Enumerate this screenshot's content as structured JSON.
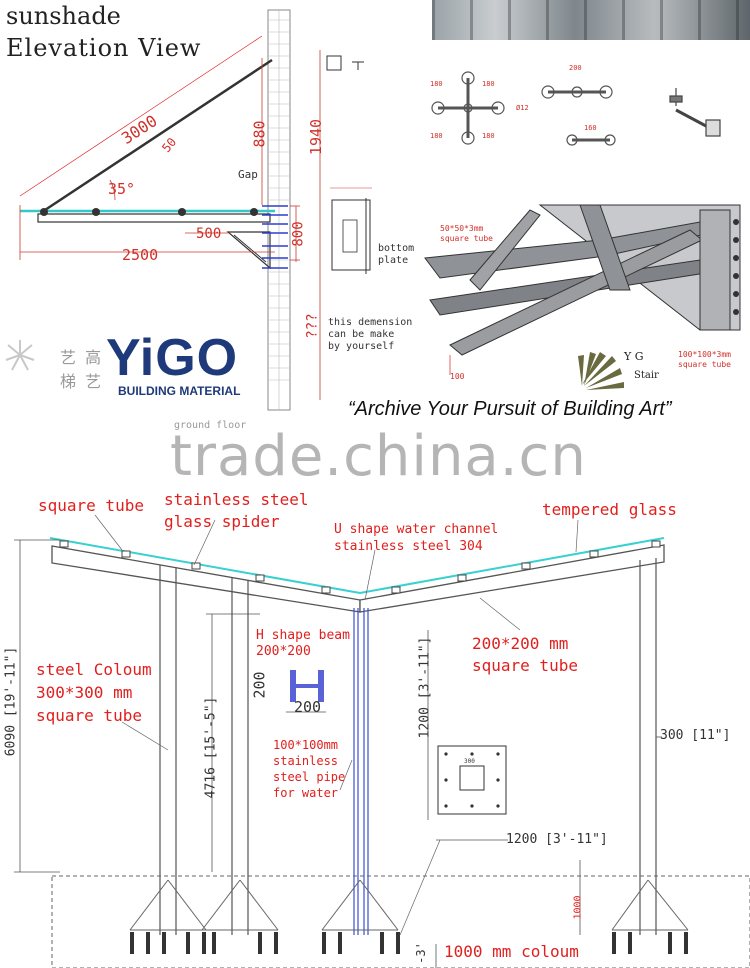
{
  "top_left": {
    "title_line1": "sunshade",
    "title_line2": "Elevation View",
    "dim_3000": "3000",
    "dim_50": "50",
    "dim_35deg": "35°",
    "dim_880": "880",
    "dim_1940": "1940",
    "gap": "Gap",
    "dim_800": "800",
    "dim_500": "500",
    "dim_2500": "2500",
    "dim_question": "???",
    "bottom_plate": "bottom\nplate",
    "dimension_note": "this demension\ncan be make\nby yourself",
    "ground_floor": "ground floor"
  },
  "logo": {
    "chinese_1": "艺 高",
    "chinese_2": "梯 艺",
    "brand": "YiGO",
    "sub": "BUILDING MATERIAL"
  },
  "top_right": {
    "spider_dims": {
      "a": "180",
      "b": "180",
      "c": "180",
      "d": "180",
      "phi": "Ø12",
      "e": "200",
      "f": "160"
    },
    "tube_50": "50*50*3mm\nsquare tube",
    "tube_100": "100*100*3mm\nsquare tube",
    "dim_100": "100",
    "yg": "Y G",
    "stair": "Stair",
    "slogan": "“Archive Your Pursuit of Building Art”"
  },
  "watermark": "trade.china.cn",
  "lower": {
    "square_tube": "square tube",
    "stainless_steel": "stainless steel",
    "glass_spider": "glass spider",
    "u_channel_1": "U shape water channel",
    "u_channel_2": "stainless steel 304",
    "tempered_glass": "tempered glass",
    "tube_200": "200*200 mm",
    "tube_200_sq": "square tube",
    "h_beam": "H shape beam",
    "h_beam_size": "200*200",
    "h_200_v": "200",
    "h_200_h": "200",
    "steel_col_1": "steel Coloum",
    "steel_col_2": "300*300 mm",
    "steel_col_3": "square tube",
    "dim_6090": "6090 [19'-11\"]",
    "dim_4716": "4716 [15'-5\"]",
    "dim_1200v": "1200 [3'-11\"]",
    "dim_1200h": "1200 [3'-11\"]",
    "dim_300": "300 [11\"]",
    "pipe_1": "100*100mm",
    "pipe_2": "stainless",
    "pipe_3": "steel pipe",
    "pipe_4": "for water",
    "plate_300": "300",
    "dim_1000": "1000",
    "dim_3": "-3'",
    "coloum_1000": "1000 mm coloum"
  }
}
